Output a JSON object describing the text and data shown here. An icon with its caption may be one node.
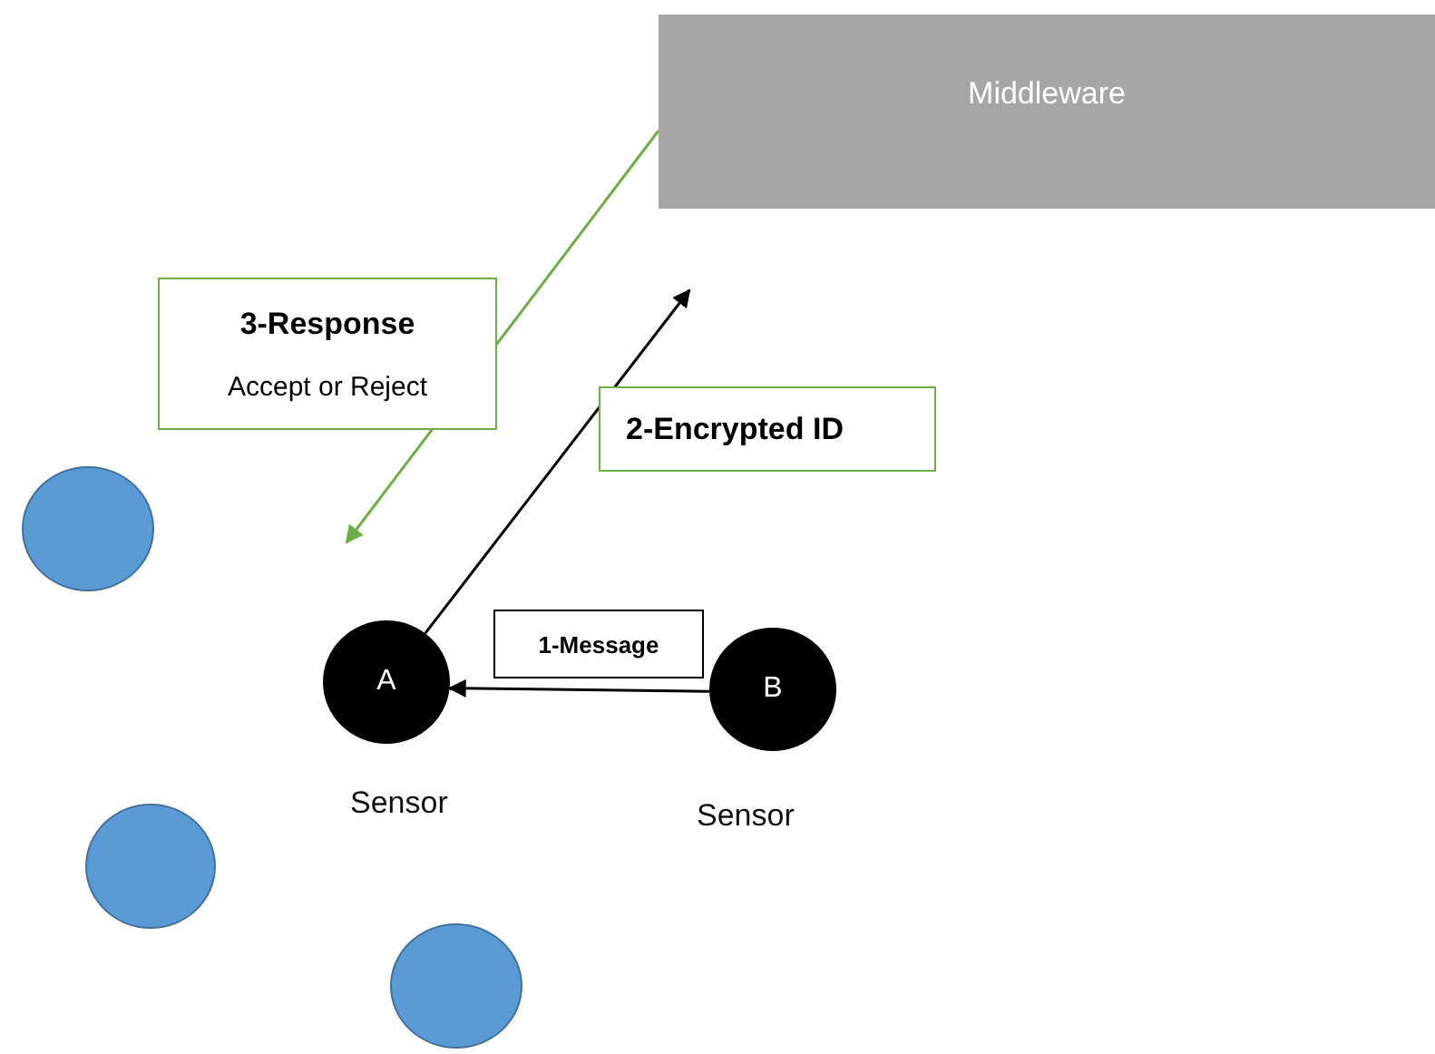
{
  "diagram": {
    "nodes": [
      {
        "text": [
          "Middleware"
        ]
      },
      {
        "text": [
          "3-Response",
          "Accept or Reject"
        ]
      },
      {
        "text": [
          "2-Encrypted ID"
        ]
      },
      {
        "text": [
          "1-Message"
        ]
      },
      {
        "text": [
          "A"
        ],
        "beside": [
          "Sensor"
        ]
      },
      {
        "text": [
          "B"
        ],
        "beside": [
          "Sensor"
        ]
      },
      {
        "text": [],
        "shape": "circle"
      },
      {
        "text": [],
        "shape": "circle"
      },
      {
        "text": [],
        "shape": "circle"
      }
    ],
    "edges": [
      {
        "from": 5,
        "to": 4,
        "arrow": "to"
      },
      {
        "from": 4,
        "to": null,
        "arrow": "to"
      },
      {
        "from": 0,
        "to": null,
        "arrow": "to",
        "color": "#70ad47"
      }
    ]
  }
}
